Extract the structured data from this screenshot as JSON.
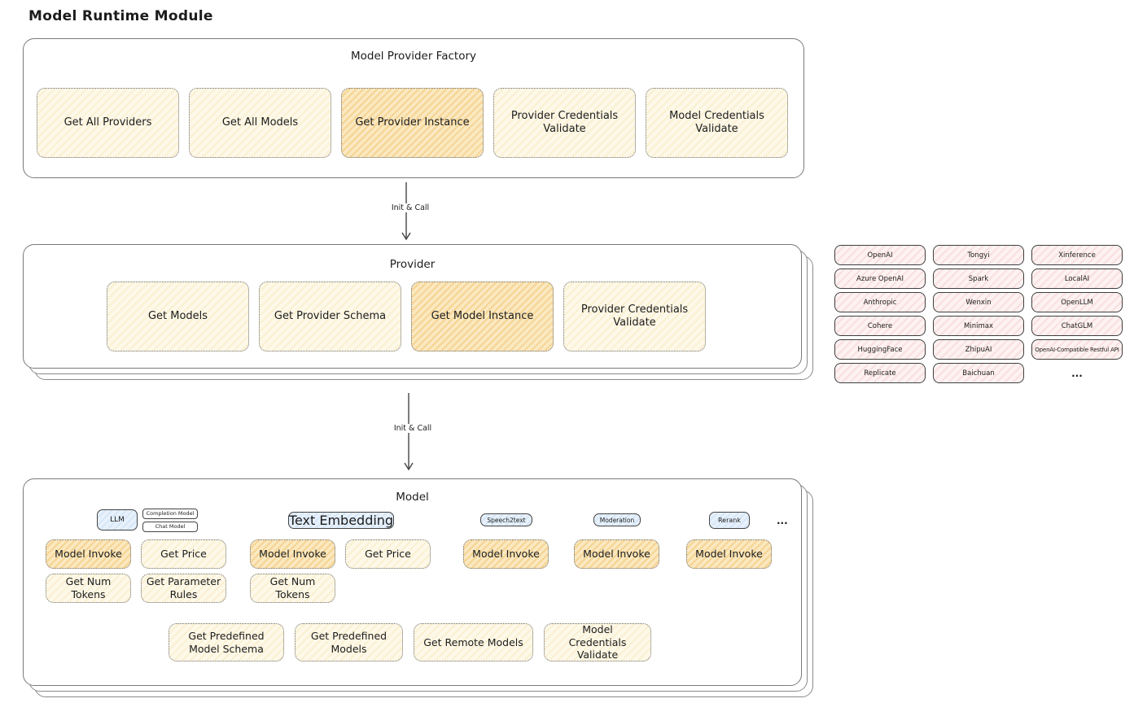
{
  "page_title": "Model Runtime Module",
  "factory": {
    "title": "Model Provider Factory",
    "buttons": [
      {
        "label": "Get All Providers",
        "highlighted": false
      },
      {
        "label": "Get All Models",
        "highlighted": false
      },
      {
        "label": "Get Provider Instance",
        "highlighted": true
      },
      {
        "label": "Provider Credentials Validate",
        "highlighted": false
      },
      {
        "label": "Model Credentials Validate",
        "highlighted": false
      }
    ]
  },
  "arrows": [
    {
      "label": "Init & Call"
    },
    {
      "label": "Init & Call"
    }
  ],
  "provider": {
    "title": "Provider",
    "buttons": [
      {
        "label": "Get Models",
        "highlighted": false
      },
      {
        "label": "Get Provider Schema",
        "highlighted": false
      },
      {
        "label": "Get Model Instance",
        "highlighted": true
      },
      {
        "label": "Provider Credentials Validate",
        "highlighted": false
      }
    ]
  },
  "provider_list": {
    "items": [
      "OpenAI",
      "Tongyi",
      "Xinference",
      "Azure OpenAI",
      "Spark",
      "LocalAI",
      "Anthropic",
      "Wenxin",
      "OpenLLM",
      "Cohere",
      "Minimax",
      "ChatGLM",
      "HuggingFace",
      "ZhipuAI",
      "OpenAI-Compatible Restful API",
      "Replicate",
      "Baichuan",
      "..."
    ]
  },
  "model": {
    "title": "Model",
    "ellipsis": "...",
    "groups": [
      {
        "tags": [
          {
            "label": "LLM"
          }
        ],
        "side_tags": [
          "Completion Model",
          "Chat Model"
        ],
        "rows": [
          [
            {
              "label": "Model Invoke",
              "highlighted": true
            },
            {
              "label": "Get Price",
              "highlighted": false
            }
          ],
          [
            {
              "label": "Get Num Tokens",
              "highlighted": false
            },
            {
              "label": "Get Parameter Rules",
              "highlighted": false
            }
          ]
        ]
      },
      {
        "tags": [
          {
            "label": "Text Embedding"
          }
        ],
        "rows": [
          [
            {
              "label": "Model Invoke",
              "highlighted": true
            },
            {
              "label": "Get Price",
              "highlighted": false
            }
          ],
          [
            {
              "label": "Get Num Tokens",
              "highlighted": false
            }
          ]
        ]
      },
      {
        "tags": [
          {
            "label": "Speech2text"
          }
        ],
        "rows": [
          [
            {
              "label": "Model Invoke",
              "highlighted": true
            }
          ]
        ]
      },
      {
        "tags": [
          {
            "label": "Moderation"
          }
        ],
        "rows": [
          [
            {
              "label": "Model Invoke",
              "highlighted": true
            }
          ]
        ]
      },
      {
        "tags": [
          {
            "label": "Rerank"
          }
        ],
        "rows": [
          [
            {
              "label": "Model Invoke",
              "highlighted": true
            }
          ]
        ]
      }
    ],
    "bottom_buttons": [
      {
        "label": "Get Predefined Model Schema",
        "highlighted": false
      },
      {
        "label": "Get Predefined Models",
        "highlighted": false
      },
      {
        "label": "Get Remote Models",
        "highlighted": false
      },
      {
        "label": "Model Credentials Validate",
        "highlighted": false
      }
    ]
  },
  "colors": {
    "button_fill": "#fdf6de",
    "button_highlight": "#f6d493",
    "provider_pill_fill": "#fbe9e9",
    "tag_fill": "#ddeaf8",
    "border": "#555555"
  }
}
